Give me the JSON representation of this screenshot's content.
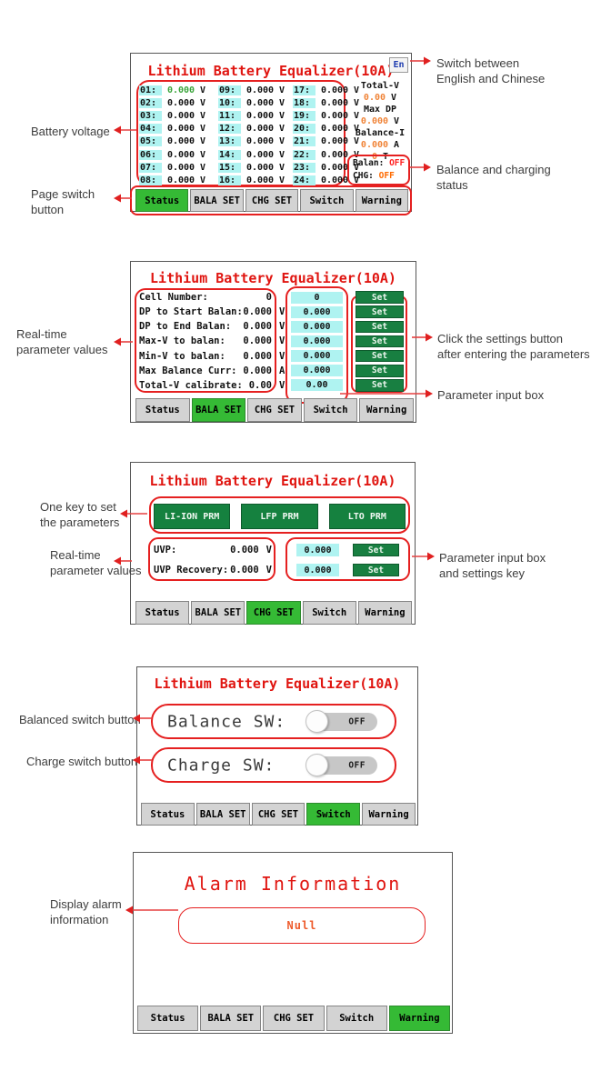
{
  "device_title": "Lithium Battery Equalizer(10A)",
  "tabs": [
    "Status",
    "BALA SET",
    "CHG SET",
    "Switch",
    "Warning"
  ],
  "colors": {
    "title_red": "#e01510",
    "outline_red": "#e52020",
    "active_tab_green": "#35ba35",
    "set_button_green": "#187f41",
    "input_cyan": "#aff3f1",
    "value_orange": "#f08438",
    "cell_green": "#3aa43a",
    "off_red": "#ff2222",
    "chg_off_orange": "#ff6a00",
    "en_blue": "#1f3db0"
  },
  "panel_status": {
    "en_button": "En",
    "active_tab": 0,
    "cells": [
      {
        "label": "01:",
        "value": "0.000",
        "unit": "V",
        "green": true
      },
      {
        "label": "02:",
        "value": "0.000",
        "unit": "V"
      },
      {
        "label": "03:",
        "value": "0.000",
        "unit": "V"
      },
      {
        "label": "04:",
        "value": "0.000",
        "unit": "V"
      },
      {
        "label": "05:",
        "value": "0.000",
        "unit": "V"
      },
      {
        "label": "06:",
        "value": "0.000",
        "unit": "V"
      },
      {
        "label": "07:",
        "value": "0.000",
        "unit": "V"
      },
      {
        "label": "08:",
        "value": "0.000",
        "unit": "V"
      },
      {
        "label": "09:",
        "value": "0.000",
        "unit": "V"
      },
      {
        "label": "10:",
        "value": "0.000",
        "unit": "V"
      },
      {
        "label": "11:",
        "value": "0.000",
        "unit": "V"
      },
      {
        "label": "12:",
        "value": "0.000",
        "unit": "V"
      },
      {
        "label": "13:",
        "value": "0.000",
        "unit": "V"
      },
      {
        "label": "14:",
        "value": "0.000",
        "unit": "V"
      },
      {
        "label": "15:",
        "value": "0.000",
        "unit": "V"
      },
      {
        "label": "16:",
        "value": "0.000",
        "unit": "V"
      },
      {
        "label": "17:",
        "value": "0.000",
        "unit": "V"
      },
      {
        "label": "18:",
        "value": "0.000",
        "unit": "V"
      },
      {
        "label": "19:",
        "value": "0.000",
        "unit": "V"
      },
      {
        "label": "20:",
        "value": "0.000",
        "unit": "V"
      },
      {
        "label": "21:",
        "value": "0.000",
        "unit": "V"
      },
      {
        "label": "22:",
        "value": "0.000",
        "unit": "V"
      },
      {
        "label": "23:",
        "value": "0.000",
        "unit": "V"
      },
      {
        "label": "24:",
        "value": "0.000",
        "unit": "V"
      }
    ],
    "info": [
      {
        "label": "Total-V",
        "value": "0.00",
        "unit": "V"
      },
      {
        "label": "Max DP",
        "value": "0.000",
        "unit": "V"
      },
      {
        "label": "Balance-I",
        "value": "0.000",
        "unit": "A"
      }
    ],
    "partial_row": {
      "value": "0",
      "unit": "T"
    },
    "status_rows": [
      {
        "label": "Balan:",
        "value": "OFF",
        "value_color": "#ff2222"
      },
      {
        "label": "CHG:",
        "value": "OFF",
        "value_color": "#ff6a00"
      }
    ]
  },
  "panel_bala": {
    "active_tab": 1,
    "set_label": "Set",
    "params": [
      {
        "label": "Cell Number:",
        "value": "0",
        "unit": "",
        "input": "0"
      },
      {
        "label": "DP to Start Balan:",
        "value": "0.000",
        "unit": "V",
        "input": "0.000"
      },
      {
        "label": "DP to End Balan:",
        "value": "0.000",
        "unit": "V",
        "input": "0.000"
      },
      {
        "label": "Max-V to balan:",
        "value": "0.000",
        "unit": "V",
        "input": "0.000"
      },
      {
        "label": "Min-V to balan:",
        "value": "0.000",
        "unit": "V",
        "input": "0.000"
      },
      {
        "label": "Max Balance Curr:",
        "value": "0.000",
        "unit": "A",
        "input": "0.000"
      },
      {
        "label": "Total-V calibrate:",
        "value": "0.00",
        "unit": "V",
        "input": "0.00"
      }
    ]
  },
  "panel_chg": {
    "active_tab": 2,
    "set_label": "Set",
    "preset_buttons": [
      "LI-ION PRM",
      "LFP PRM",
      "LTO PRM"
    ],
    "params": [
      {
        "label": "UVP:",
        "value": "0.000",
        "unit": "V"
      },
      {
        "label": "UVP Recovery:",
        "value": "0.000",
        "unit": "V"
      }
    ],
    "inputs": [
      "0.000",
      "0.000"
    ]
  },
  "panel_switch": {
    "active_tab": 3,
    "switches": [
      {
        "label": "Balance SW:",
        "state": "OFF"
      },
      {
        "label": "Charge SW:",
        "state": "OFF"
      }
    ]
  },
  "panel_warning": {
    "active_tab": 4,
    "heading": "Alarm Information",
    "message": "Null"
  },
  "annotations": [
    {
      "id": "lang",
      "lines": [
        "Switch between",
        "English and Chinese"
      ]
    },
    {
      "id": "battery-voltage",
      "lines": [
        "Battery voltage"
      ]
    },
    {
      "id": "balance-status",
      "lines": [
        "Balance and charging",
        "status"
      ]
    },
    {
      "id": "page-switch",
      "lines": [
        "Page switch",
        "button"
      ]
    },
    {
      "id": "realtime-bala",
      "lines": [
        "Real-time",
        "parameter values"
      ]
    },
    {
      "id": "click-set",
      "lines": [
        "Click the settings button",
        "after entering the parameters"
      ]
    },
    {
      "id": "param-input",
      "lines": [
        "Parameter input box"
      ]
    },
    {
      "id": "one-key",
      "lines": [
        "One key to set",
        "the parameters"
      ]
    },
    {
      "id": "realtime-chg",
      "lines": [
        "Real-time",
        "parameter values"
      ]
    },
    {
      "id": "param-input-set",
      "lines": [
        "Parameter input box",
        "and settings key"
      ]
    },
    {
      "id": "balance-sw",
      "lines": [
        "Balanced switch button"
      ]
    },
    {
      "id": "charge-sw",
      "lines": [
        "Charge switch button"
      ]
    },
    {
      "id": "alarm-info",
      "lines": [
        "Display alarm",
        "information"
      ]
    }
  ]
}
